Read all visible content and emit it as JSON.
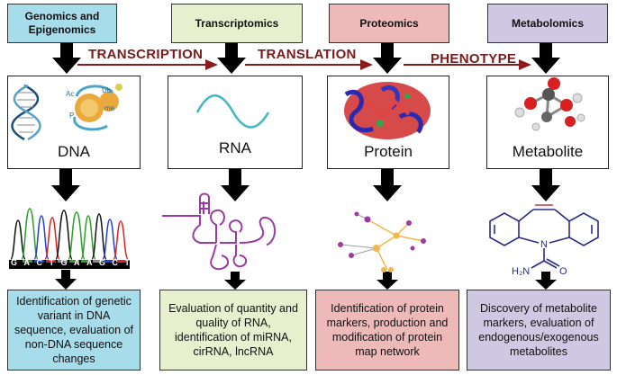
{
  "headers": [
    {
      "title": "Genomics and\nEpigenomics",
      "color": "#a7dcea"
    },
    {
      "title": "Transcriptomics",
      "color": "#e7efcf"
    },
    {
      "title": "Proteomics",
      "color": "#eeb9b9"
    },
    {
      "title": "Metabolomics",
      "color": "#cfc8e2"
    }
  ],
  "processes": [
    "TRANSCRIPTION",
    "TRANSLATION",
    "PHENOTYPE"
  ],
  "molecules": [
    "DNA",
    "RNA",
    "Protein",
    "Metabolite"
  ],
  "dna_chromatin_labels": {
    "ac": "Ac",
    "ub": "Ub",
    "me": "me",
    "p": "P"
  },
  "sequence": [
    "G",
    "A",
    "C",
    "T",
    "G",
    "A",
    "A",
    "G",
    "C",
    "T"
  ],
  "metabolite_labels": {
    "nitrogen": "N",
    "amine": "H₂N",
    "oxygen": "O"
  },
  "descriptions": [
    "Identification of genetic variant in DNA sequence, evaluation of non-DNA sequence changes",
    "Evaluation of quantity and quality of RNA, identification of miRNA, cirRNA, lncRNA",
    "Identification of protein markers, production and modification of protein map network",
    "Discovery of metabolite markers, evaluation of endogenous/exogenous metabolites"
  ]
}
